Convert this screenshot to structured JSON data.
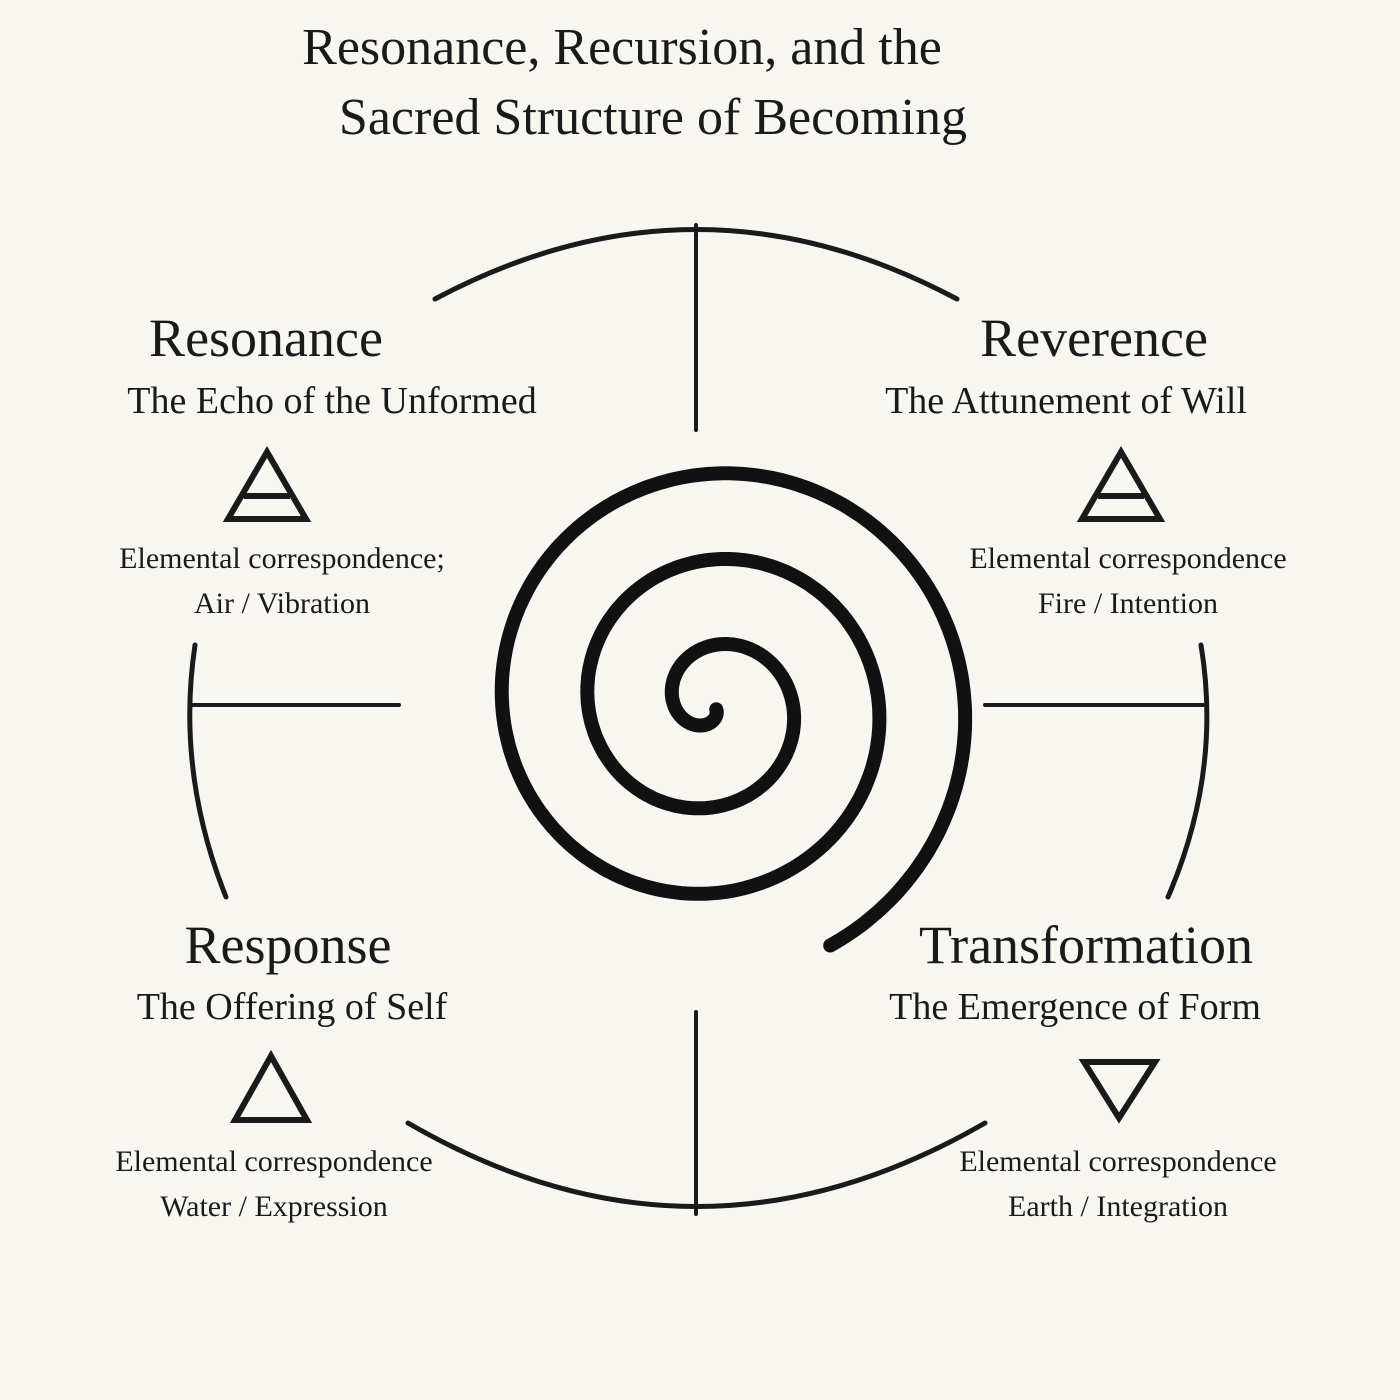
{
  "title": {
    "line1": "Resonance, Recursion, and the",
    "line2": "Sacred Structure of Becoming"
  },
  "quadrants": {
    "resonance": {
      "name": "Resonance",
      "subtitle": "The Echo of the Unformed",
      "elemental_line1": "Elemental correspondence;",
      "elemental_line2": "Air / Vibration",
      "symbol": "air-triangle-icon"
    },
    "reverence": {
      "name": "Reverence",
      "subtitle": "The Attunement of Will",
      "elemental_line1": "Elemental correspondence",
      "elemental_line2": "Fire / Intention",
      "symbol": "fire-triangle-icon"
    },
    "response": {
      "name": "Response",
      "subtitle": "The Offering of Self",
      "elemental_line1": "Elemental correspondence",
      "elemental_line2": "Water / Expression",
      "symbol": "triangle-up-icon"
    },
    "transformation": {
      "name": "Transformation",
      "subtitle": "The Emergence of Form",
      "elemental_line1": "Elemental correspondence",
      "elemental_line2": "Earth / Integration",
      "symbol": "triangle-down-icon"
    }
  },
  "center_symbol": "spiral-icon",
  "colors": {
    "background": "#f8f6f1",
    "ink": "#1a1a1a"
  }
}
